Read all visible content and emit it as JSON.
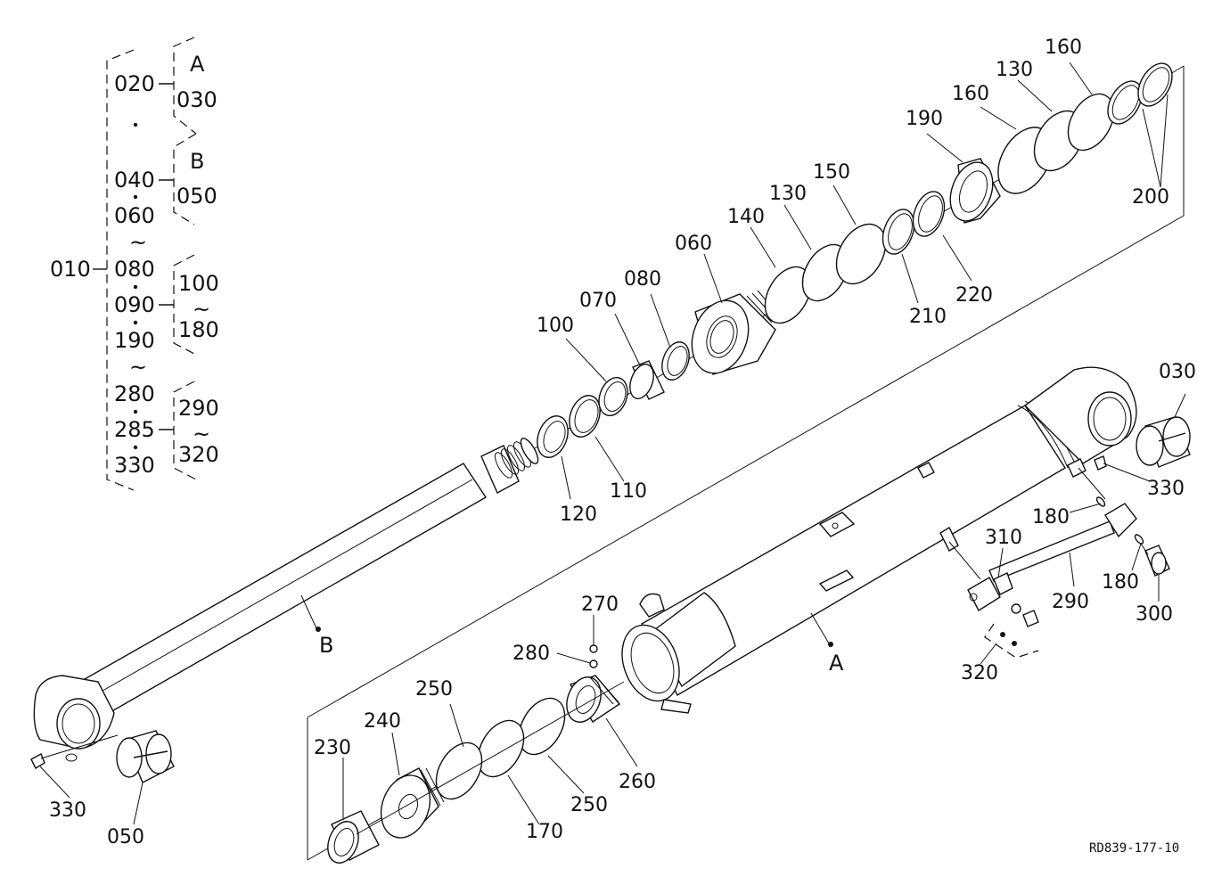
{
  "drawing_code": "RD839-177-10",
  "tree": {
    "root": "010",
    "groupA": "A",
    "groupB": "B",
    "p020": "020",
    "p030": "030",
    "p040": "040",
    "p050": "050",
    "p060": "060",
    "p080": "080",
    "p090": "090",
    "p100": "100",
    "p180": "180",
    "p190": "190",
    "p280": "280",
    "p285": "285",
    "p290": "290",
    "p320": "320",
    "p330": "330",
    "range_mark": "~"
  },
  "callouts": {
    "c200": "200",
    "c160a": "160",
    "c130a": "130",
    "c160b": "160",
    "c190": "190",
    "c150": "150",
    "c130b": "130",
    "c140": "140",
    "c060": "060",
    "c080": "080",
    "c070": "070",
    "c100": "100",
    "c210": "210",
    "c220": "220",
    "c120": "120",
    "c110": "110",
    "c030": "030",
    "c330a": "330",
    "c180a": "180",
    "c310": "310",
    "c290": "290",
    "c180b": "180",
    "c300": "300",
    "c320": "320",
    "c270": "270",
    "c280": "280",
    "c250a": "250",
    "c240": "240",
    "c230": "230",
    "c170": "170",
    "c250b": "250",
    "c260": "260",
    "c330b": "330",
    "c050": "050",
    "markA": "A",
    "markB": "B"
  }
}
